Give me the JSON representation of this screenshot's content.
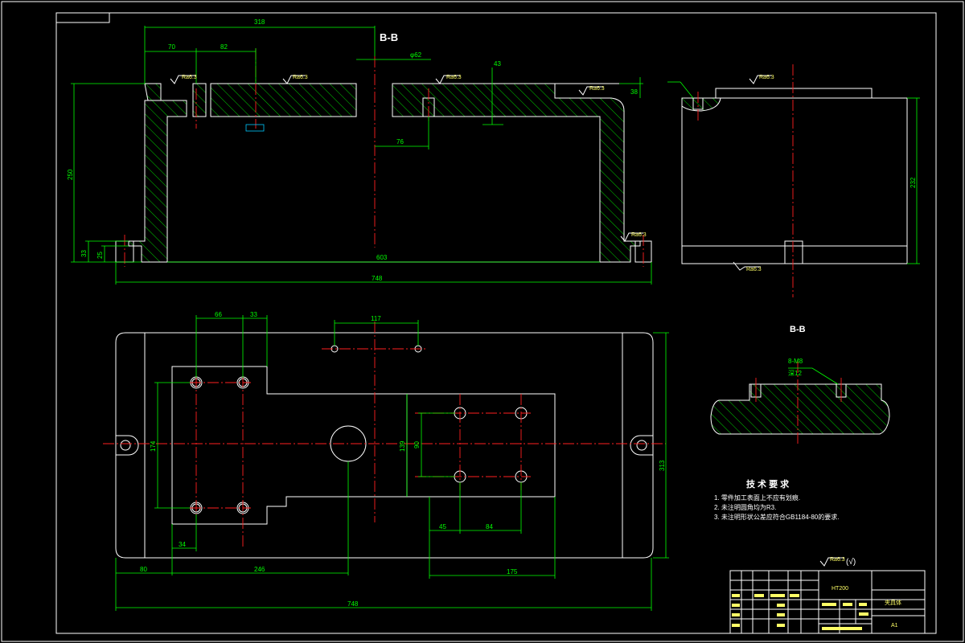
{
  "drawing": {
    "section_label_top": "B-B",
    "section_label_detail": "B-B",
    "roughness_symbol": "Ra6.3",
    "roughness_general": "(√)",
    "thread_callout_1": "8-M8",
    "thread_callout_2": "深12"
  },
  "dimensions": {
    "top_view": [
      "318",
      "70",
      "82",
      "φ62",
      "43",
      "38",
      "76",
      "250",
      "33",
      "25",
      "603",
      "748"
    ],
    "side_view": [
      "232"
    ],
    "plan_view": [
      "66",
      "33",
      "117",
      "174",
      "139",
      "90",
      "34",
      "45",
      "84",
      "80",
      "246",
      "175",
      "313",
      "748"
    ]
  },
  "tech_requirements": {
    "heading": "技 术 要 求",
    "items": [
      "1. 零件加工表面上不应有划痕.",
      "2. 未注明圆角均为R3.",
      "3. 未注明形状公差应符合GB1184-80的要求."
    ]
  },
  "title_block": {
    "material": "HT200",
    "part_name": "夹具体",
    "sheet_size": "A1"
  }
}
